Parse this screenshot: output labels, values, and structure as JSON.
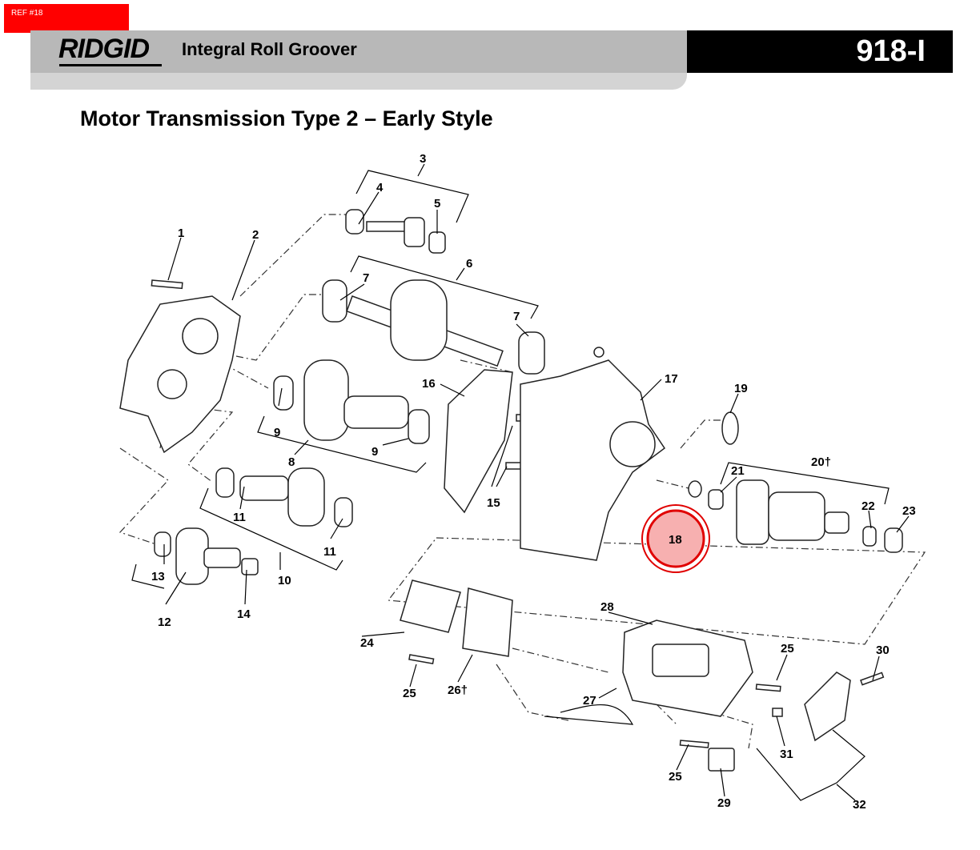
{
  "ref_badge": "REF #18",
  "header": {
    "brand": "RIDGID",
    "product": "Integral Roll Groover",
    "model": "918-I"
  },
  "page_title": "Motor Transmission Type 2 – Early Style",
  "callouts": {
    "c1": "1",
    "c2": "2",
    "c3": "3",
    "c4": "4",
    "c5": "5",
    "c6": "6",
    "c7a": "7",
    "c7b": "7",
    "c8": "8",
    "c9a": "9",
    "c9b": "9",
    "c10": "10",
    "c11a": "11",
    "c11b": "11",
    "c12": "12",
    "c13": "13",
    "c14": "14",
    "c15": "15",
    "c16": "16",
    "c17": "17",
    "c18": "18",
    "c19": "19",
    "c20": "20†",
    "c21": "21",
    "c22": "22",
    "c23": "23",
    "c24": "24",
    "c25a": "25",
    "c25b": "25",
    "c25c": "25",
    "c26": "26†",
    "c27": "27",
    "c28": "28",
    "c29": "29",
    "c30": "30",
    "c31": "31",
    "c32": "32"
  },
  "highlight": {
    "color": "#e00000",
    "fill": "#f7b0b0",
    "selected": "18"
  }
}
